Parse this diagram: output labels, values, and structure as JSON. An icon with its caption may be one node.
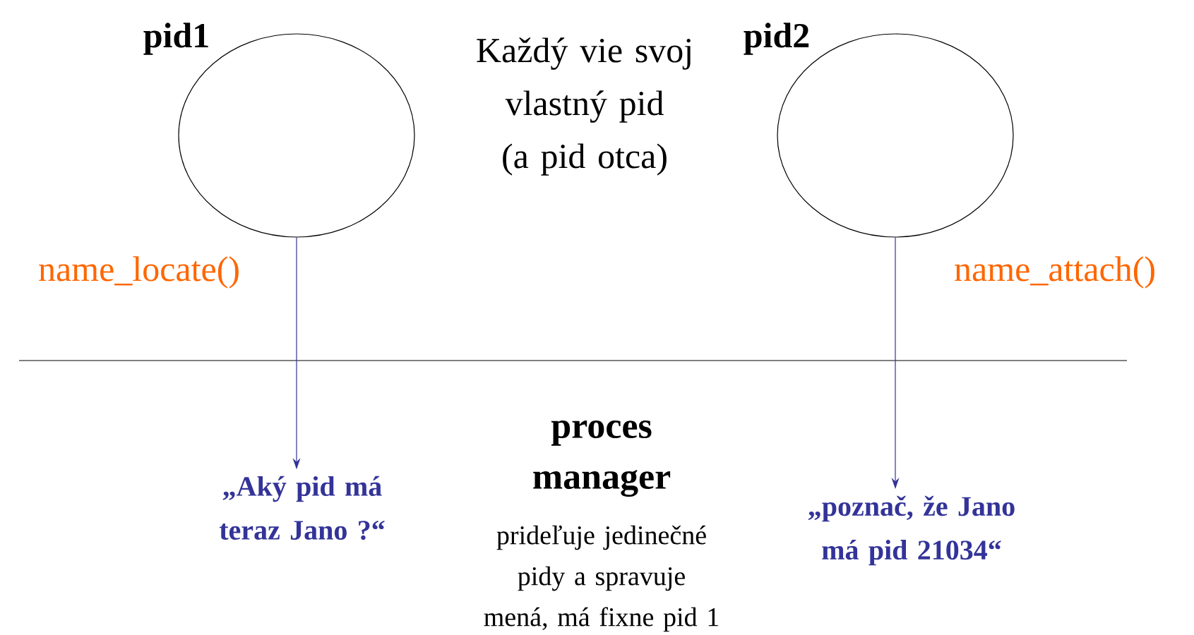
{
  "diagram": {
    "nodes": [
      {
        "text": [
          "pid1"
        ]
      },
      {
        "text": [
          "pid2"
        ]
      },
      {
        "text": [
          "„Aký pid má teraz Jano ?“"
        ]
      },
      {
        "text": [
          "„poznač, že Jano má pid 21034“"
        ]
      }
    ],
    "edges": [
      {
        "from": 0,
        "to": 2,
        "arrow": "to",
        "label": "name_locate()"
      },
      {
        "from": 1,
        "to": 3,
        "arrow": "to",
        "label": "name_attach()"
      }
    ],
    "labels": [
      "Každý vie svoj vlastný pid (a pid otca)",
      "proces manager",
      "prideľuje jedinečné pidy a spravuje mená, má fixne pid 1"
    ]
  }
}
